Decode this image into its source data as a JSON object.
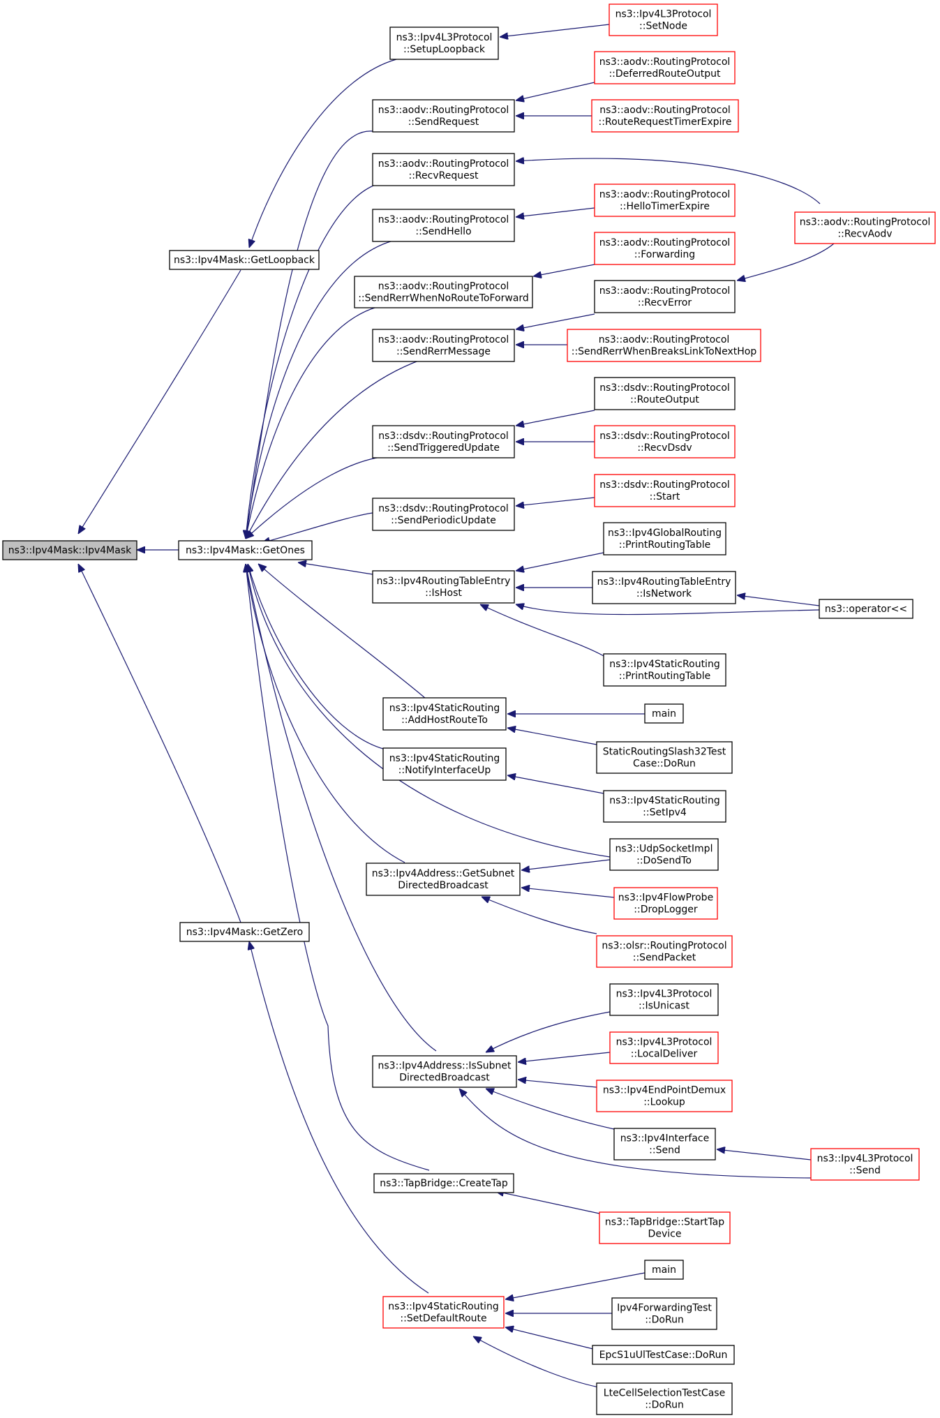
{
  "colors": {
    "edge": "#191970",
    "node_border": "#000000",
    "node_border_incomplete": "#ff0000",
    "focus_fill": "#bfbfbf"
  },
  "nodes": [
    {
      "id": "root",
      "lines": [
        "ns3::Ipv4Mask::Ipv4Mask"
      ],
      "style": "gray"
    },
    {
      "id": "getLoopback",
      "lines": [
        "ns3::Ipv4Mask::GetLoopback"
      ],
      "style": "black"
    },
    {
      "id": "getOnes",
      "lines": [
        "ns3::Ipv4Mask::GetOnes"
      ],
      "style": "black"
    },
    {
      "id": "getZero",
      "lines": [
        "ns3::Ipv4Mask::GetZero"
      ],
      "style": "black"
    },
    {
      "id": "setupLoopback",
      "lines": [
        "ns3::Ipv4L3Protocol",
        "::SetupLoopback"
      ],
      "style": "black"
    },
    {
      "id": "setNode",
      "lines": [
        "ns3::Ipv4L3Protocol",
        "::SetNode"
      ],
      "style": "red"
    },
    {
      "id": "sendRequest",
      "lines": [
        "ns3::aodv::RoutingProtocol",
        "::SendRequest"
      ],
      "style": "black"
    },
    {
      "id": "deferredRouteOutput",
      "lines": [
        "ns3::aodv::RoutingProtocol",
        "::DeferredRouteOutput"
      ],
      "style": "red"
    },
    {
      "id": "routeRequestTimerExpire",
      "lines": [
        "ns3::aodv::RoutingProtocol",
        "::RouteRequestTimerExpire"
      ],
      "style": "red"
    },
    {
      "id": "recvRequest",
      "lines": [
        "ns3::aodv::RoutingProtocol",
        "::RecvRequest"
      ],
      "style": "black"
    },
    {
      "id": "recvAodv",
      "lines": [
        "ns3::aodv::RoutingProtocol",
        "::RecvAodv"
      ],
      "style": "red"
    },
    {
      "id": "sendHello",
      "lines": [
        "ns3::aodv::RoutingProtocol",
        "::SendHello"
      ],
      "style": "black"
    },
    {
      "id": "helloTimerExpire",
      "lines": [
        "ns3::aodv::RoutingProtocol",
        "::HelloTimerExpire"
      ],
      "style": "red"
    },
    {
      "id": "sendRerrNoRoute",
      "lines": [
        "ns3::aodv::RoutingProtocol",
        "::SendRerrWhenNoRouteToForward"
      ],
      "style": "black"
    },
    {
      "id": "forwarding",
      "lines": [
        "ns3::aodv::RoutingProtocol",
        "::Forwarding"
      ],
      "style": "red"
    },
    {
      "id": "sendRerrMessage",
      "lines": [
        "ns3::aodv::RoutingProtocol",
        "::SendRerrMessage"
      ],
      "style": "black"
    },
    {
      "id": "recvError",
      "lines": [
        "ns3::aodv::RoutingProtocol",
        "::RecvError"
      ],
      "style": "black"
    },
    {
      "id": "sendRerrBreaksLink",
      "lines": [
        "ns3::aodv::RoutingProtocol",
        "::SendRerrWhenBreaksLinkToNextHop"
      ],
      "style": "red"
    },
    {
      "id": "dsdvSendTriggered",
      "lines": [
        "ns3::dsdv::RoutingProtocol",
        "::SendTriggeredUpdate"
      ],
      "style": "black"
    },
    {
      "id": "dsdvRouteOutput",
      "lines": [
        "ns3::dsdv::RoutingProtocol",
        "::RouteOutput"
      ],
      "style": "black"
    },
    {
      "id": "dsdvRecvDsdv",
      "lines": [
        "ns3::dsdv::RoutingProtocol",
        "::RecvDsdv"
      ],
      "style": "red"
    },
    {
      "id": "dsdvSendPeriodic",
      "lines": [
        "ns3::dsdv::RoutingProtocol",
        "::SendPeriodicUpdate"
      ],
      "style": "black"
    },
    {
      "id": "dsdvStart",
      "lines": [
        "ns3::dsdv::RoutingProtocol",
        "::Start"
      ],
      "style": "red"
    },
    {
      "id": "isHost",
      "lines": [
        "ns3::Ipv4RoutingTableEntry",
        "::IsHost"
      ],
      "style": "black"
    },
    {
      "id": "globalPrintRT",
      "lines": [
        "ns3::Ipv4GlobalRouting",
        "::PrintRoutingTable"
      ],
      "style": "black"
    },
    {
      "id": "isNetwork",
      "lines": [
        "ns3::Ipv4RoutingTableEntry",
        "::IsNetwork"
      ],
      "style": "black"
    },
    {
      "id": "operatorLtLt",
      "lines": [
        "ns3::operator<<"
      ],
      "style": "black"
    },
    {
      "id": "staticPrintRT",
      "lines": [
        "ns3::Ipv4StaticRouting",
        "::PrintRoutingTable"
      ],
      "style": "black"
    },
    {
      "id": "addHostRouteTo",
      "lines": [
        "ns3::Ipv4StaticRouting",
        "::AddHostRouteTo"
      ],
      "style": "black"
    },
    {
      "id": "main1",
      "lines": [
        "main"
      ],
      "style": "black"
    },
    {
      "id": "slash32",
      "lines": [
        "StaticRoutingSlash32Test",
        "Case::DoRun"
      ],
      "style": "black"
    },
    {
      "id": "notifyIfUp",
      "lines": [
        "ns3::Ipv4StaticRouting",
        "::NotifyInterfaceUp"
      ],
      "style": "black"
    },
    {
      "id": "setIpv4",
      "lines": [
        "ns3::Ipv4StaticRouting",
        "::SetIpv4"
      ],
      "style": "black"
    },
    {
      "id": "udpDoSendTo",
      "lines": [
        "ns3::UdpSocketImpl",
        "::DoSendTo"
      ],
      "style": "black"
    },
    {
      "id": "getSubnetDB",
      "lines": [
        "ns3::Ipv4Address::GetSubnet",
        "DirectedBroadcast"
      ],
      "style": "black"
    },
    {
      "id": "dropLogger",
      "lines": [
        "ns3::Ipv4FlowProbe",
        "::DropLogger"
      ],
      "style": "red"
    },
    {
      "id": "olsrSendPacket",
      "lines": [
        "ns3::olsr::RoutingProtocol",
        "::SendPacket"
      ],
      "style": "red"
    },
    {
      "id": "isSubnetDB",
      "lines": [
        "ns3::Ipv4Address::IsSubnet",
        "DirectedBroadcast"
      ],
      "style": "black"
    },
    {
      "id": "isUnicast",
      "lines": [
        "ns3::Ipv4L3Protocol",
        "::IsUnicast"
      ],
      "style": "black"
    },
    {
      "id": "localDeliver",
      "lines": [
        "ns3::Ipv4L3Protocol",
        "::LocalDeliver"
      ],
      "style": "red"
    },
    {
      "id": "endpointLookup",
      "lines": [
        "ns3::Ipv4EndPointDemux",
        "::Lookup"
      ],
      "style": "red"
    },
    {
      "id": "ifaceSend",
      "lines": [
        "ns3::Ipv4Interface",
        "::Send"
      ],
      "style": "black"
    },
    {
      "id": "l3Send",
      "lines": [
        "ns3::Ipv4L3Protocol",
        "::Send"
      ],
      "style": "red"
    },
    {
      "id": "createTap",
      "lines": [
        "ns3::TapBridge::CreateTap"
      ],
      "style": "black"
    },
    {
      "id": "startTap",
      "lines": [
        "ns3::TapBridge::StartTap",
        "Device"
      ],
      "style": "red"
    },
    {
      "id": "setDefaultRoute",
      "lines": [
        "ns3::Ipv4StaticRouting",
        "::SetDefaultRoute"
      ],
      "style": "red"
    },
    {
      "id": "main2",
      "lines": [
        "main"
      ],
      "style": "black"
    },
    {
      "id": "fwdTest",
      "lines": [
        "Ipv4ForwardingTest",
        "::DoRun"
      ],
      "style": "black"
    },
    {
      "id": "epcTest",
      "lines": [
        "EpcS1uUlTestCase::DoRun"
      ],
      "style": "black"
    },
    {
      "id": "lteTest",
      "lines": [
        "LteCellSelectionTestCase",
        "::DoRun"
      ],
      "style": "black"
    }
  ]
}
